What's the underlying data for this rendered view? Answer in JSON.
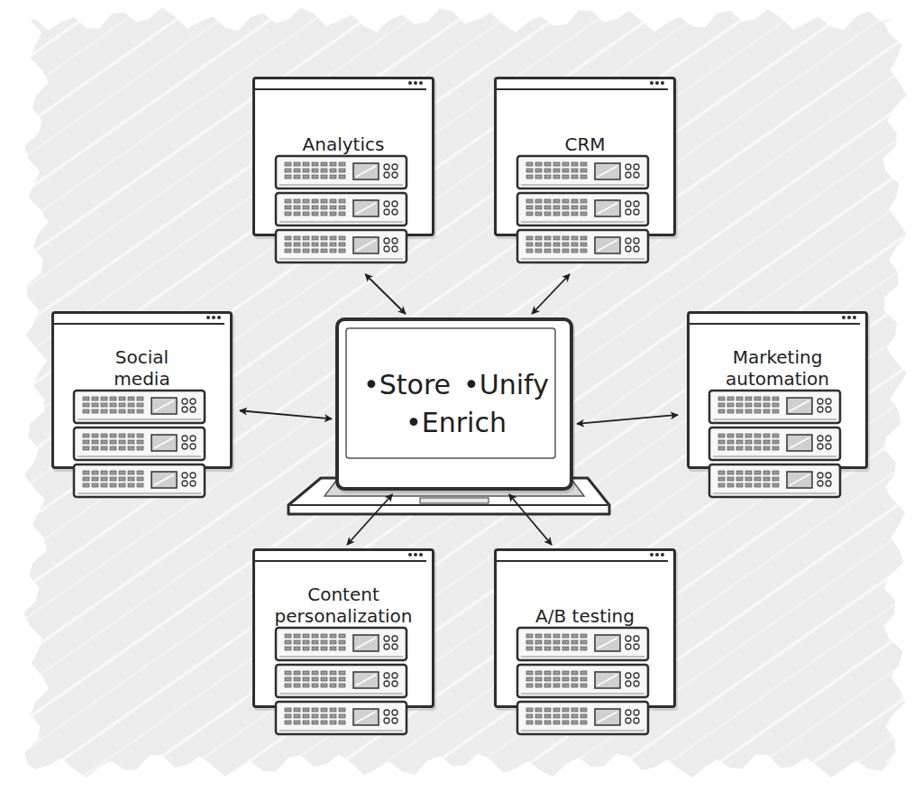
{
  "diagram": {
    "nodes": [
      {
        "text": [
          "Analytics"
        ]
      },
      {
        "text": [
          "CRM"
        ]
      },
      {
        "text": [
          "Social media"
        ]
      },
      {
        "text": [
          "•Store",
          "•Unify",
          "•Enrich"
        ]
      },
      {
        "text": [
          "Marketing automation"
        ]
      },
      {
        "text": [
          "Content personalization"
        ]
      },
      {
        "text": [
          "A/B testing"
        ]
      }
    ],
    "edges": [
      {
        "from": 3,
        "to": 0,
        "arrow": "both"
      },
      {
        "from": 3,
        "to": 1,
        "arrow": "both"
      },
      {
        "from": 3,
        "to": 2,
        "arrow": "both"
      },
      {
        "from": 3,
        "to": 4,
        "arrow": "both"
      },
      {
        "from": 3,
        "to": 5,
        "arrow": "both"
      },
      {
        "from": 3,
        "to": 6,
        "arrow": "both"
      }
    ]
  }
}
